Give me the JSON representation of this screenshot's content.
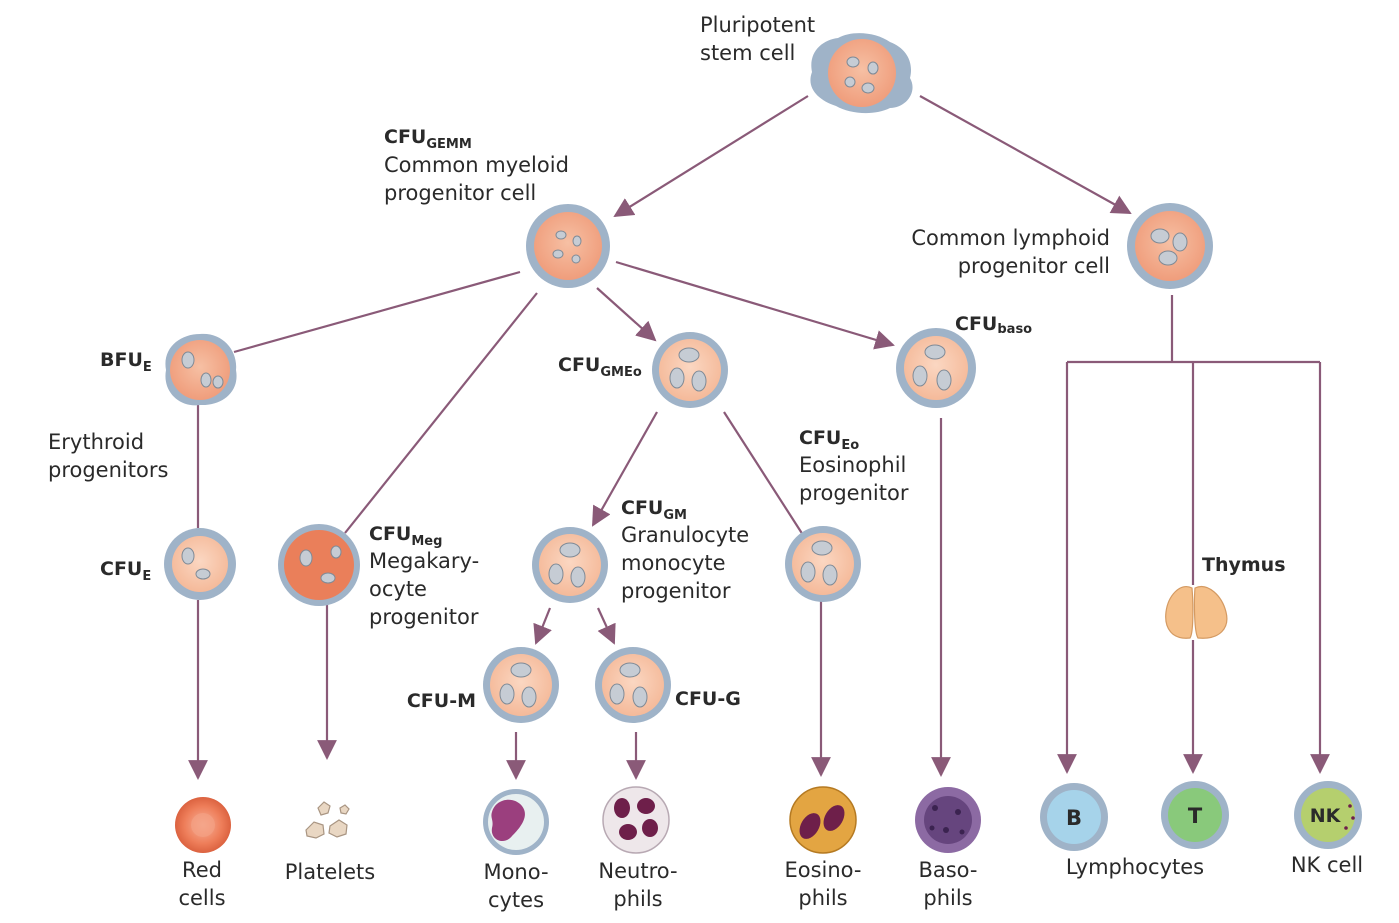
{
  "labels": {
    "pluripotent": [
      "Pluripotent",
      "stem cell"
    ],
    "cfu_gemm_main": "CFU",
    "cfu_gemm_sub": "GEMM",
    "common_myeloid": [
      "Common myeloid",
      "progenitor cell"
    ],
    "common_lymphoid": [
      "Common lymphoid",
      "progenitor cell"
    ],
    "bfu_main": "BFU",
    "bfu_sub": "E",
    "erythroid": [
      "Erythroid",
      "progenitors"
    ],
    "cfue_main": "CFU",
    "cfue_sub": "E",
    "cfumeg_main": "CFU",
    "cfumeg_sub": "Meg",
    "megakaryocyte": [
      "Megakary-",
      "ocyte",
      "progenitor"
    ],
    "cfugmeo_main": "CFU",
    "cfugmeo_sub": "GMEo",
    "cfubaso_main": "CFU",
    "cfubaso_sub": "baso",
    "cfueo_main": "CFU",
    "cfueo_sub": "Eo",
    "eosinophil_prog": [
      "Eosinophil",
      "progenitor"
    ],
    "cfugm_main": "CFU",
    "cfugm_sub": "GM",
    "granulocyte": [
      "Granulocyte",
      "monocyte",
      "progenitor"
    ],
    "cfu_m": "CFU-M",
    "cfu_g": "CFU-G",
    "thymus": "Thymus",
    "b_cell": "B",
    "t_cell": "T",
    "nk_cell_badge": "NK"
  },
  "captions": {
    "red_cells": [
      "Red",
      "cells"
    ],
    "platelets": "Platelets",
    "monocytes": [
      "Mono-",
      "cytes"
    ],
    "neutrophils": [
      "Neutro-",
      "phils"
    ],
    "eosinophils": [
      "Eosino-",
      "phils"
    ],
    "basophils": [
      "Baso-",
      "phils"
    ],
    "lymphocytes": "Lymphocytes",
    "nk_cell": "NK cell"
  },
  "colors": {
    "background": "#ffffff",
    "arrow": "#8a5a78",
    "cell_membrane": "#9fb3c8",
    "cell_cytoplasm": "#f3a88a",
    "nucleus": "#c6ccd4",
    "red_cell": "#ea7a55",
    "monocyte_nucleus": "#9b3f7e",
    "neutrophil_nucleus": "#6e1f4a",
    "eosinophil": "#e3a542",
    "basophil": "#6e4a86",
    "b_cell": "#a6d3ea",
    "t_cell": "#89c97b",
    "nk_cell": "#b5cf6e",
    "thymus": "#f5c08a"
  }
}
